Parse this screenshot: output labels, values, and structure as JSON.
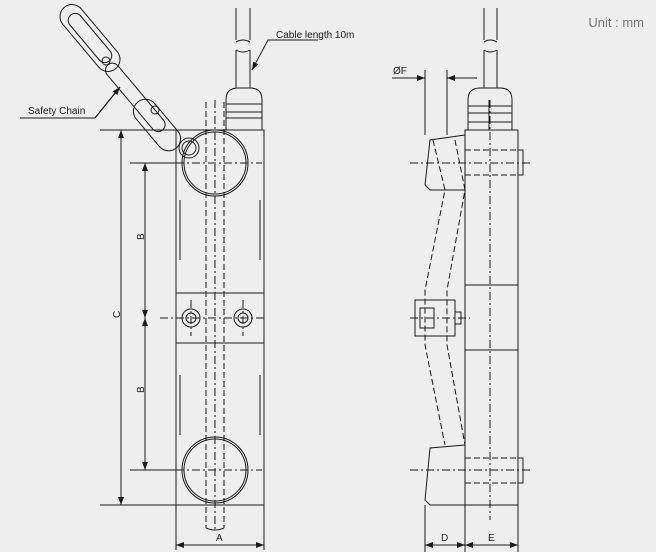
{
  "unit_label": "Unit : mm",
  "labels": {
    "cable": "Cable  length 10m",
    "chain": "Safety Chain",
    "A": "A",
    "B1": "B",
    "B2": "B",
    "C": "C",
    "D": "D",
    "E": "E",
    "F": "ØF"
  },
  "colors": {
    "background": "#efeeef",
    "line": "#1a1a1a"
  }
}
